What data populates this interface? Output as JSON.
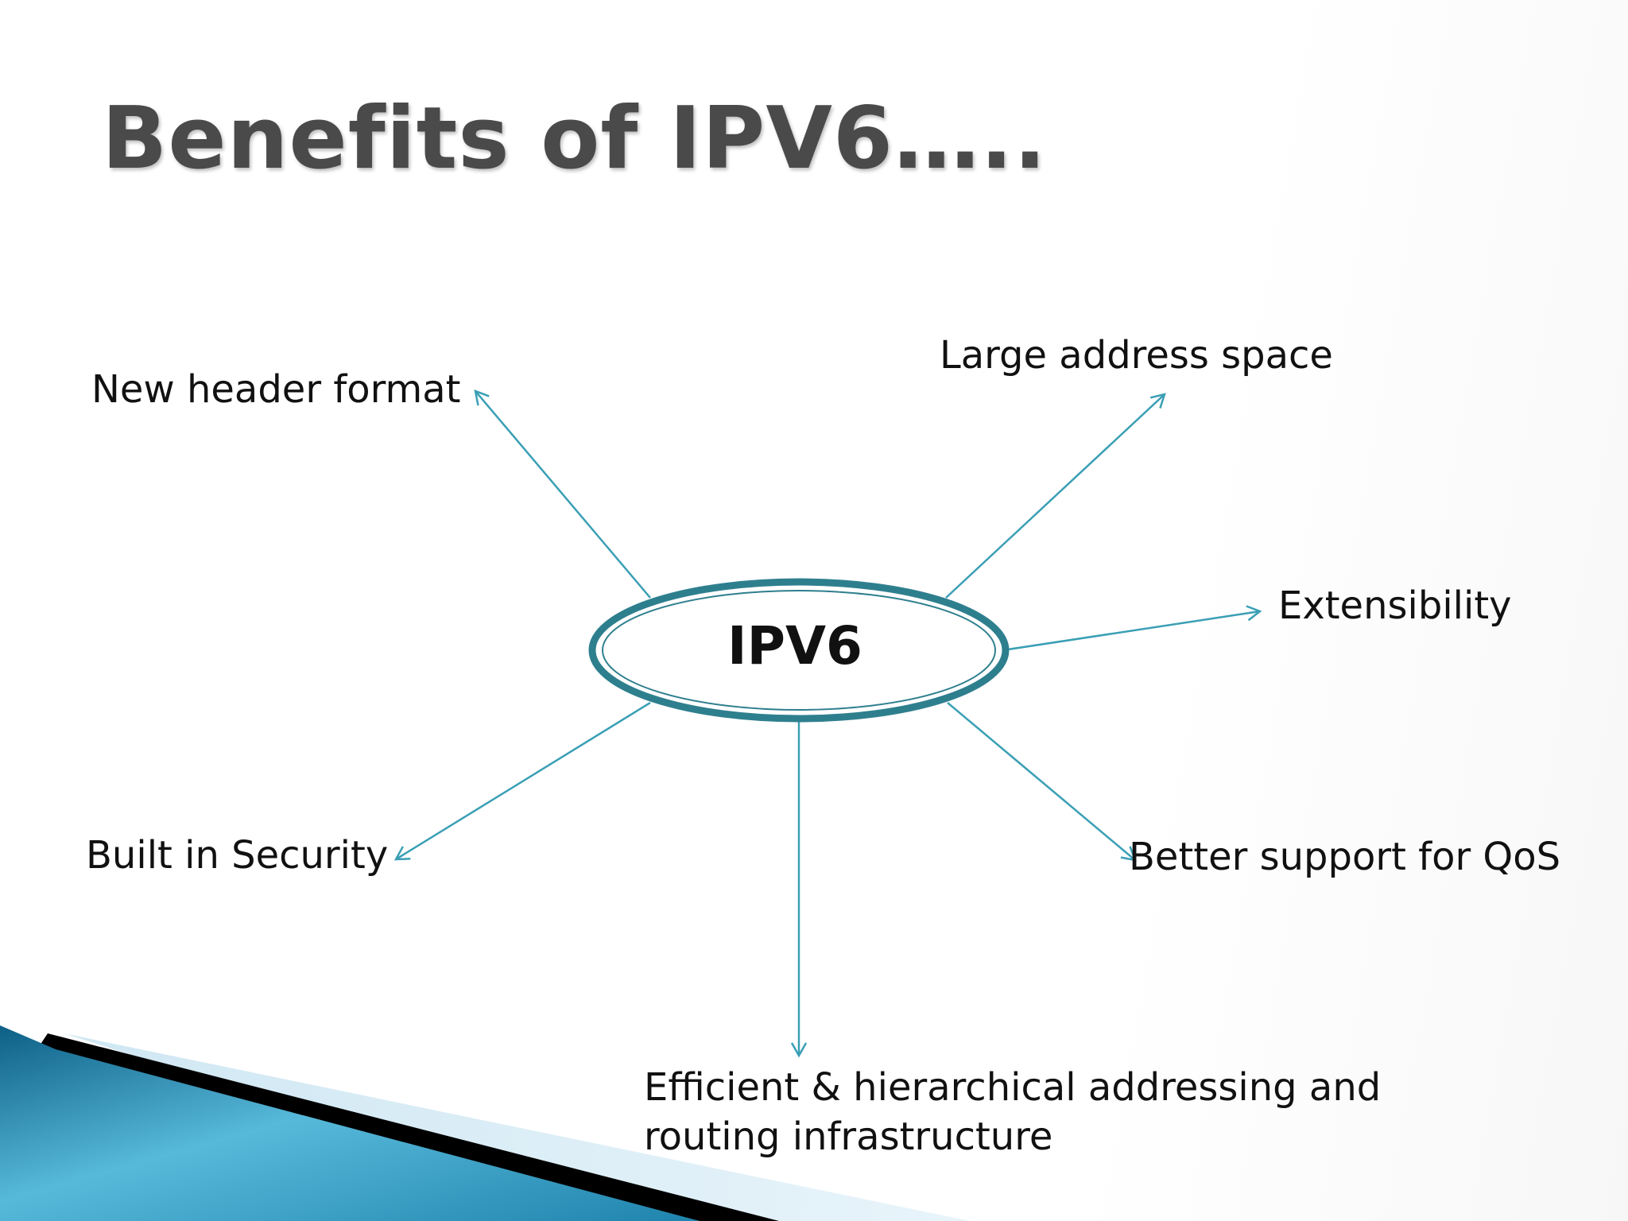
{
  "slide": {
    "title": "Benefits of IPV6….."
  },
  "diagram": {
    "center": "IPV6",
    "benefits": {
      "new_header_format": "New header format",
      "large_address_space": "Large address space",
      "extensibility": "Extensibility",
      "built_in_security": "Built in Security",
      "better_qos": "Better support for QoS",
      "efficient_addressing_line1": "Efficient & hierarchical addressing and",
      "efficient_addressing_line2": "routing infrastructure"
    }
  },
  "colors": {
    "arrow": "#3a9fb5",
    "ellipse_stroke": "#2e7f8e",
    "title": "#4a4a4a",
    "accent_blue": "#1a7fa6",
    "accent_black": "#000000"
  }
}
